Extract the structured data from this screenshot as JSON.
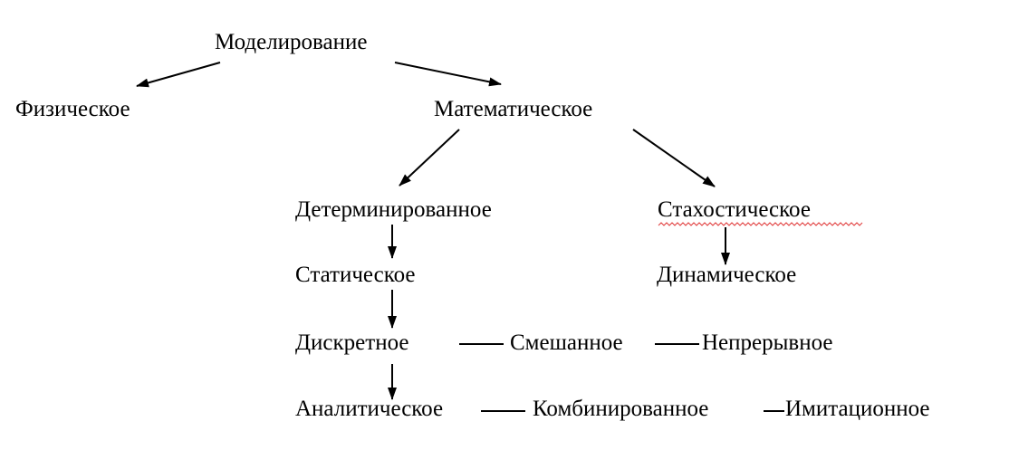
{
  "diagram": {
    "nodes": {
      "root": "Моделирование",
      "physical": "Физическое",
      "mathematical": "Математическое",
      "deterministic": "Детерминированное",
      "stochastic": "Стахостическое",
      "static": "Статическое",
      "dynamic": "Динамическое",
      "discrete": "Дискретное",
      "mixed": "Смешанное",
      "continuous": "Непрерывное",
      "analytical": "Аналитическое",
      "combined": "Комбинированное",
      "simulation": "Имитационное"
    },
    "edges": [
      {
        "from": "root",
        "to": "physical",
        "kind": "arrow"
      },
      {
        "from": "root",
        "to": "mathematical",
        "kind": "arrow"
      },
      {
        "from": "mathematical",
        "to": "deterministic",
        "kind": "arrow"
      },
      {
        "from": "mathematical",
        "to": "stochastic",
        "kind": "arrow"
      },
      {
        "from": "deterministic",
        "to": "static",
        "kind": "arrow"
      },
      {
        "from": "stochastic",
        "to": "dynamic",
        "kind": "arrow"
      },
      {
        "from": "static",
        "to": "discrete",
        "kind": "arrow"
      },
      {
        "from": "discrete",
        "to": "analytical",
        "kind": "arrow"
      },
      {
        "from": "discrete",
        "to": "mixed",
        "kind": "line"
      },
      {
        "from": "mixed",
        "to": "continuous",
        "kind": "line"
      },
      {
        "from": "analytical",
        "to": "combined",
        "kind": "line"
      },
      {
        "from": "combined",
        "to": "simulation",
        "kind": "line"
      }
    ],
    "colors": {
      "text": "#000000",
      "line": "#000000",
      "spellcheck_underline": "#e03a3a"
    }
  }
}
